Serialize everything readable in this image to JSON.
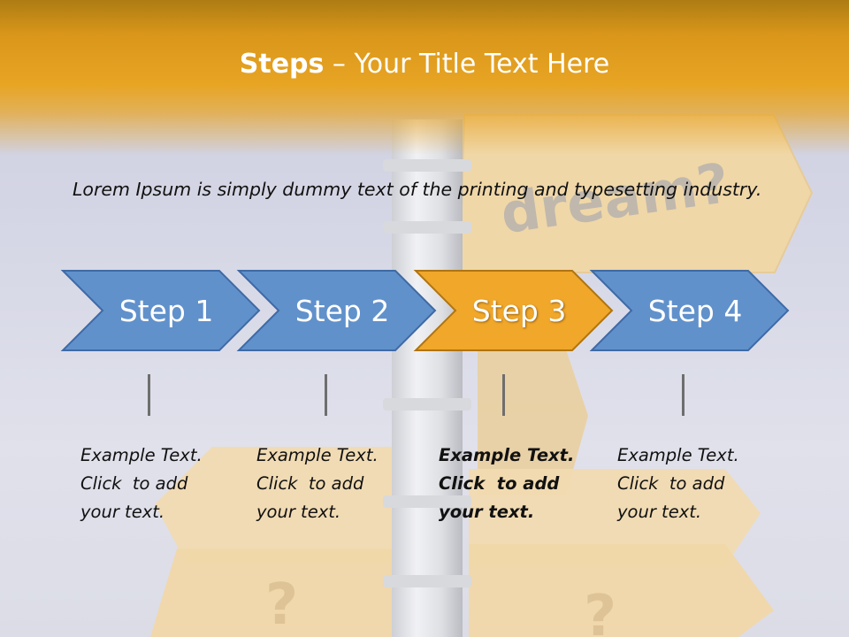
{
  "header": {
    "title_bold": "Steps",
    "title_rest": " – Your Title Text Here"
  },
  "intro": {
    "text": "Lorem Ipsum is simply dummy text of the printing and typesetting industry."
  },
  "background": {
    "sign_text": "dream?",
    "question_mark": "?"
  },
  "steps": [
    {
      "label": "Step 1",
      "active": false
    },
    {
      "label": "Step 2",
      "active": false
    },
    {
      "label": "Step 3",
      "active": true
    },
    {
      "label": "Step 4",
      "active": false
    }
  ],
  "descriptions": [
    {
      "line1": "Example Text.",
      "line2": "Click  to add",
      "line3": "your text.",
      "bold": false
    },
    {
      "line1": "Example Text.",
      "line2": "Click  to add",
      "line3": "your text.",
      "bold": false
    },
    {
      "line1": "Example Text.",
      "line2": "Click  to add",
      "line3": "your text.",
      "bold": true
    },
    {
      "line1": "Example Text.",
      "line2": "Click  to add",
      "line3": "your text.",
      "bold": false
    }
  ],
  "colors": {
    "step_blue": "#6191cb",
    "step_blue_border": "#3e6aa6",
    "step_active": "#f0a72a",
    "step_active_border": "#b07410",
    "header_orange": "#e8a524",
    "connector": "#6e6e6e"
  }
}
